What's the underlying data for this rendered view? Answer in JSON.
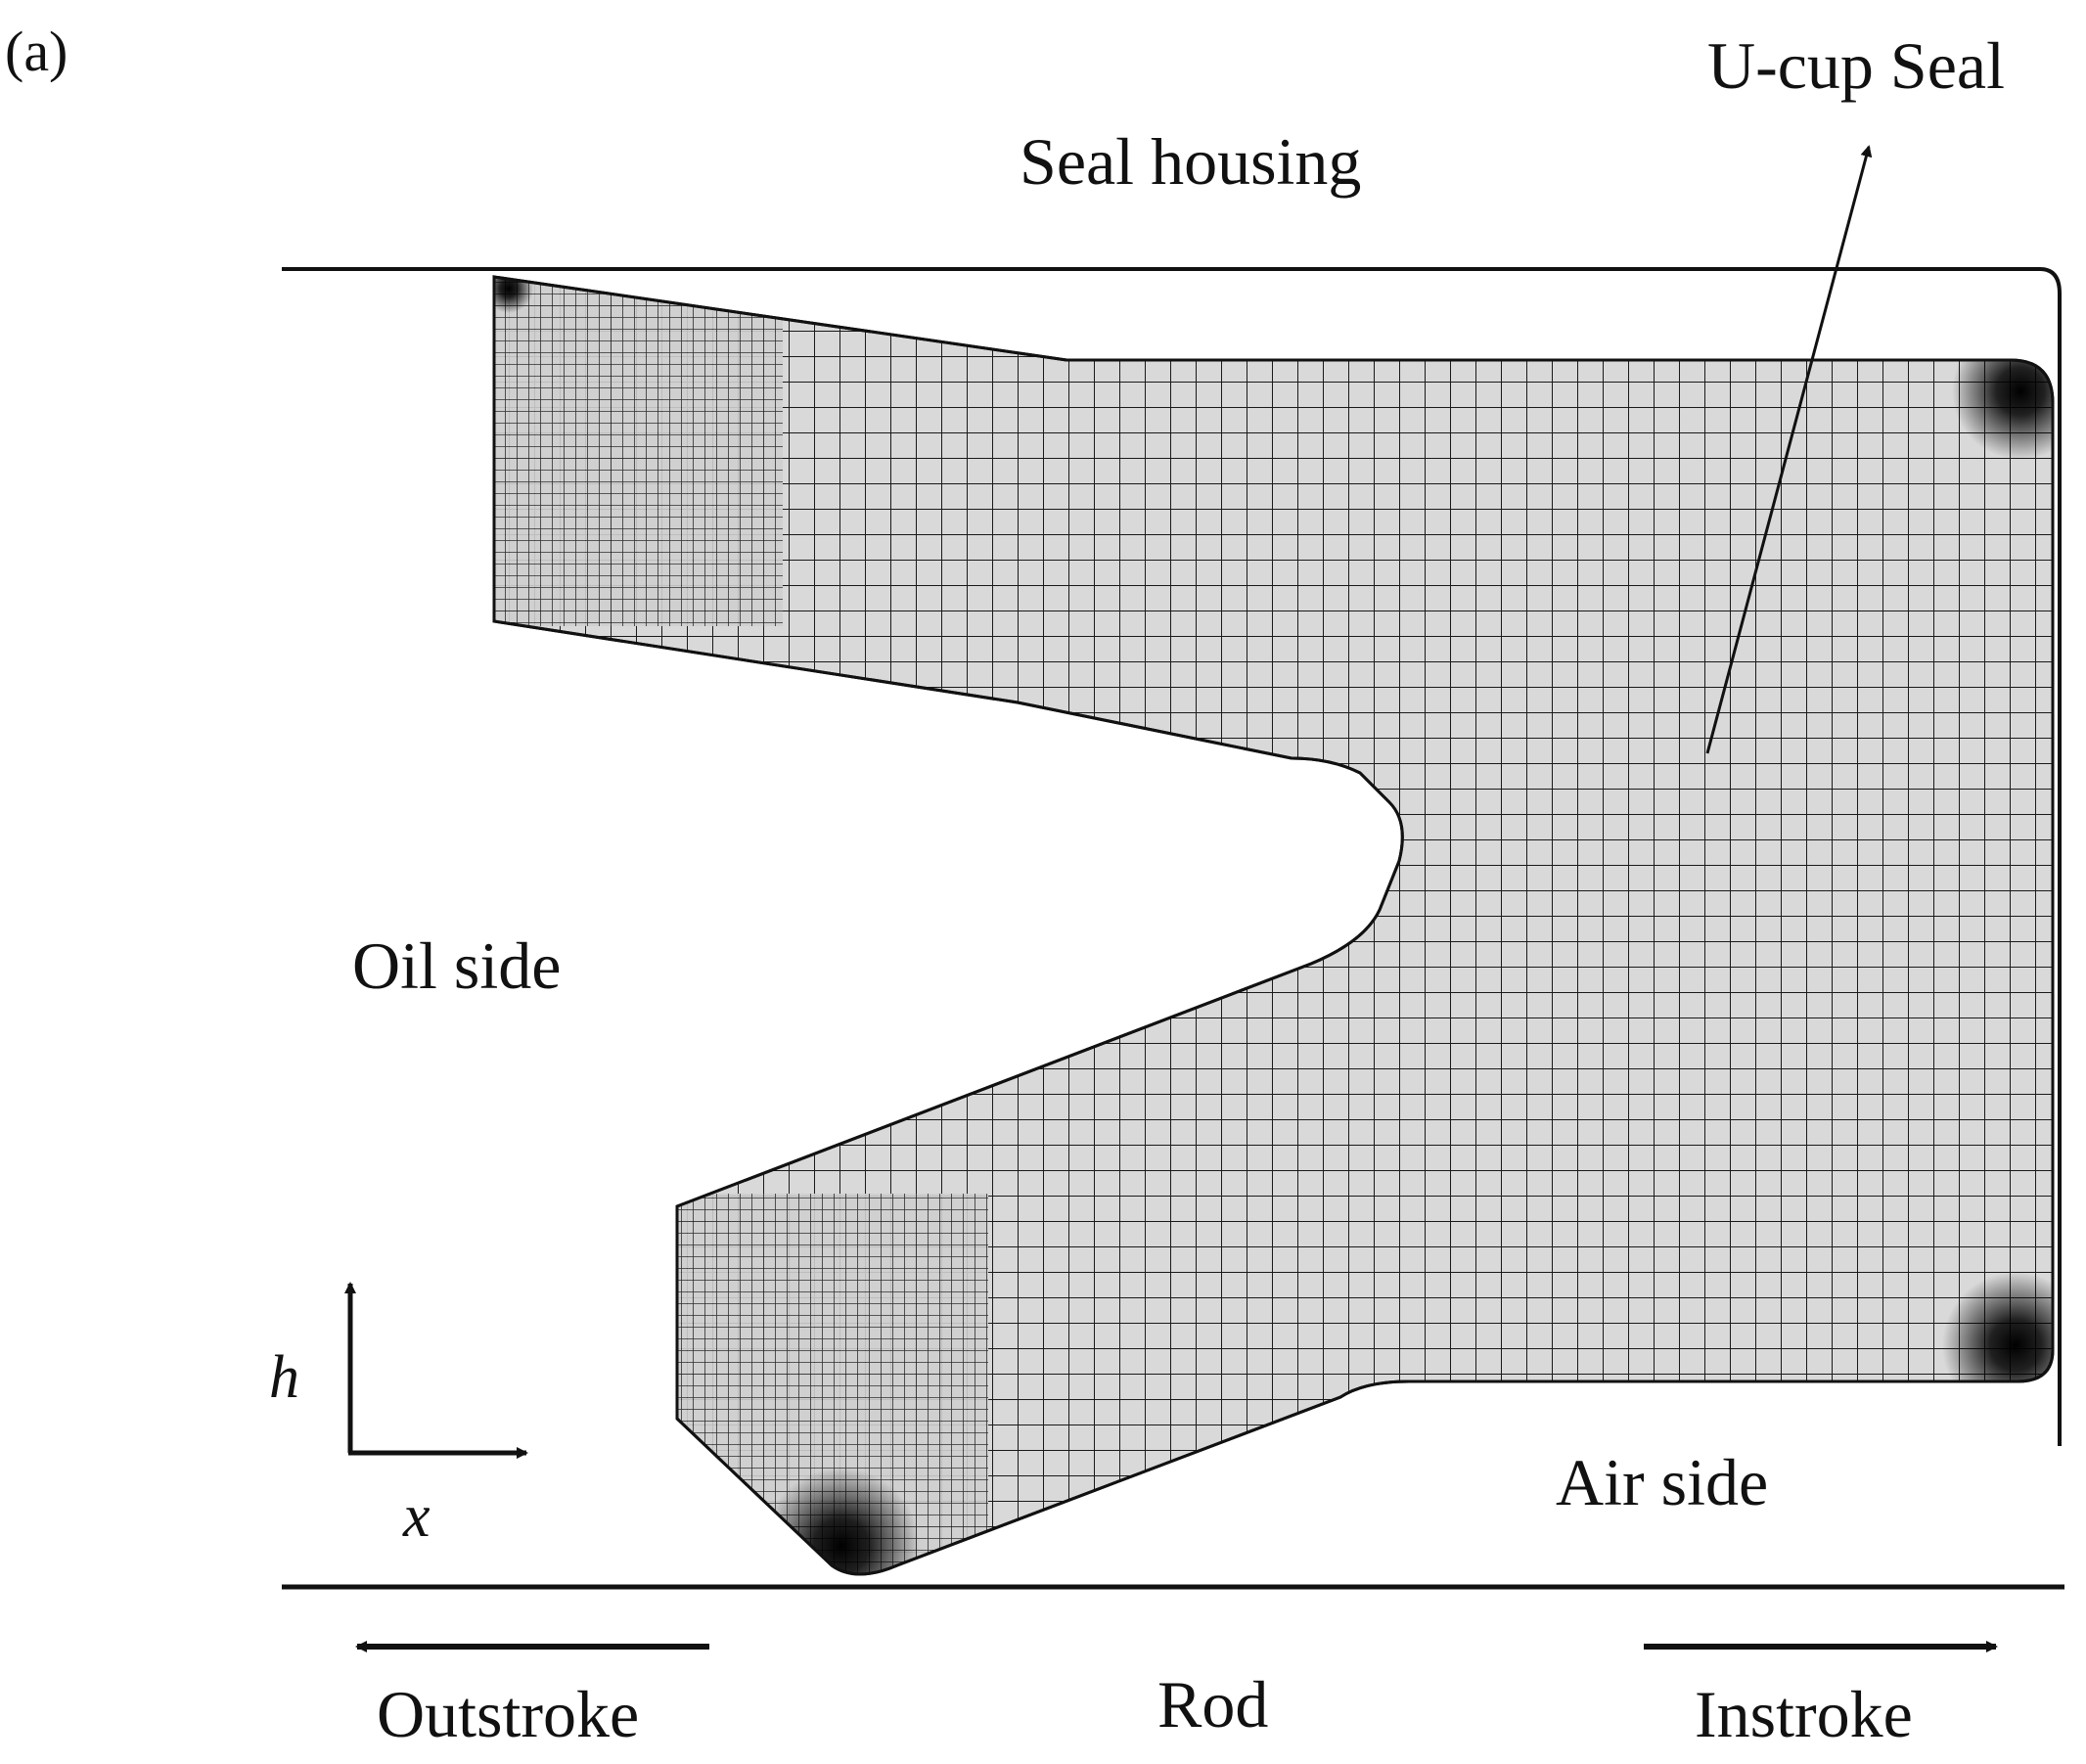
{
  "panel_label": "(a)",
  "labels": {
    "seal_housing": "Seal housing",
    "u_cup_seal": "U-cup Seal",
    "oil_side": "Oil side",
    "air_side": "Air side",
    "rod": "Rod",
    "outstroke": "Outstroke",
    "instroke": "Instroke",
    "axis_h": "h",
    "axis_x": "x"
  },
  "colors": {
    "seal_fill": "#d9d9d9",
    "mesh_line": "#1a1a1a",
    "line": "#111111",
    "background": "#ffffff"
  }
}
